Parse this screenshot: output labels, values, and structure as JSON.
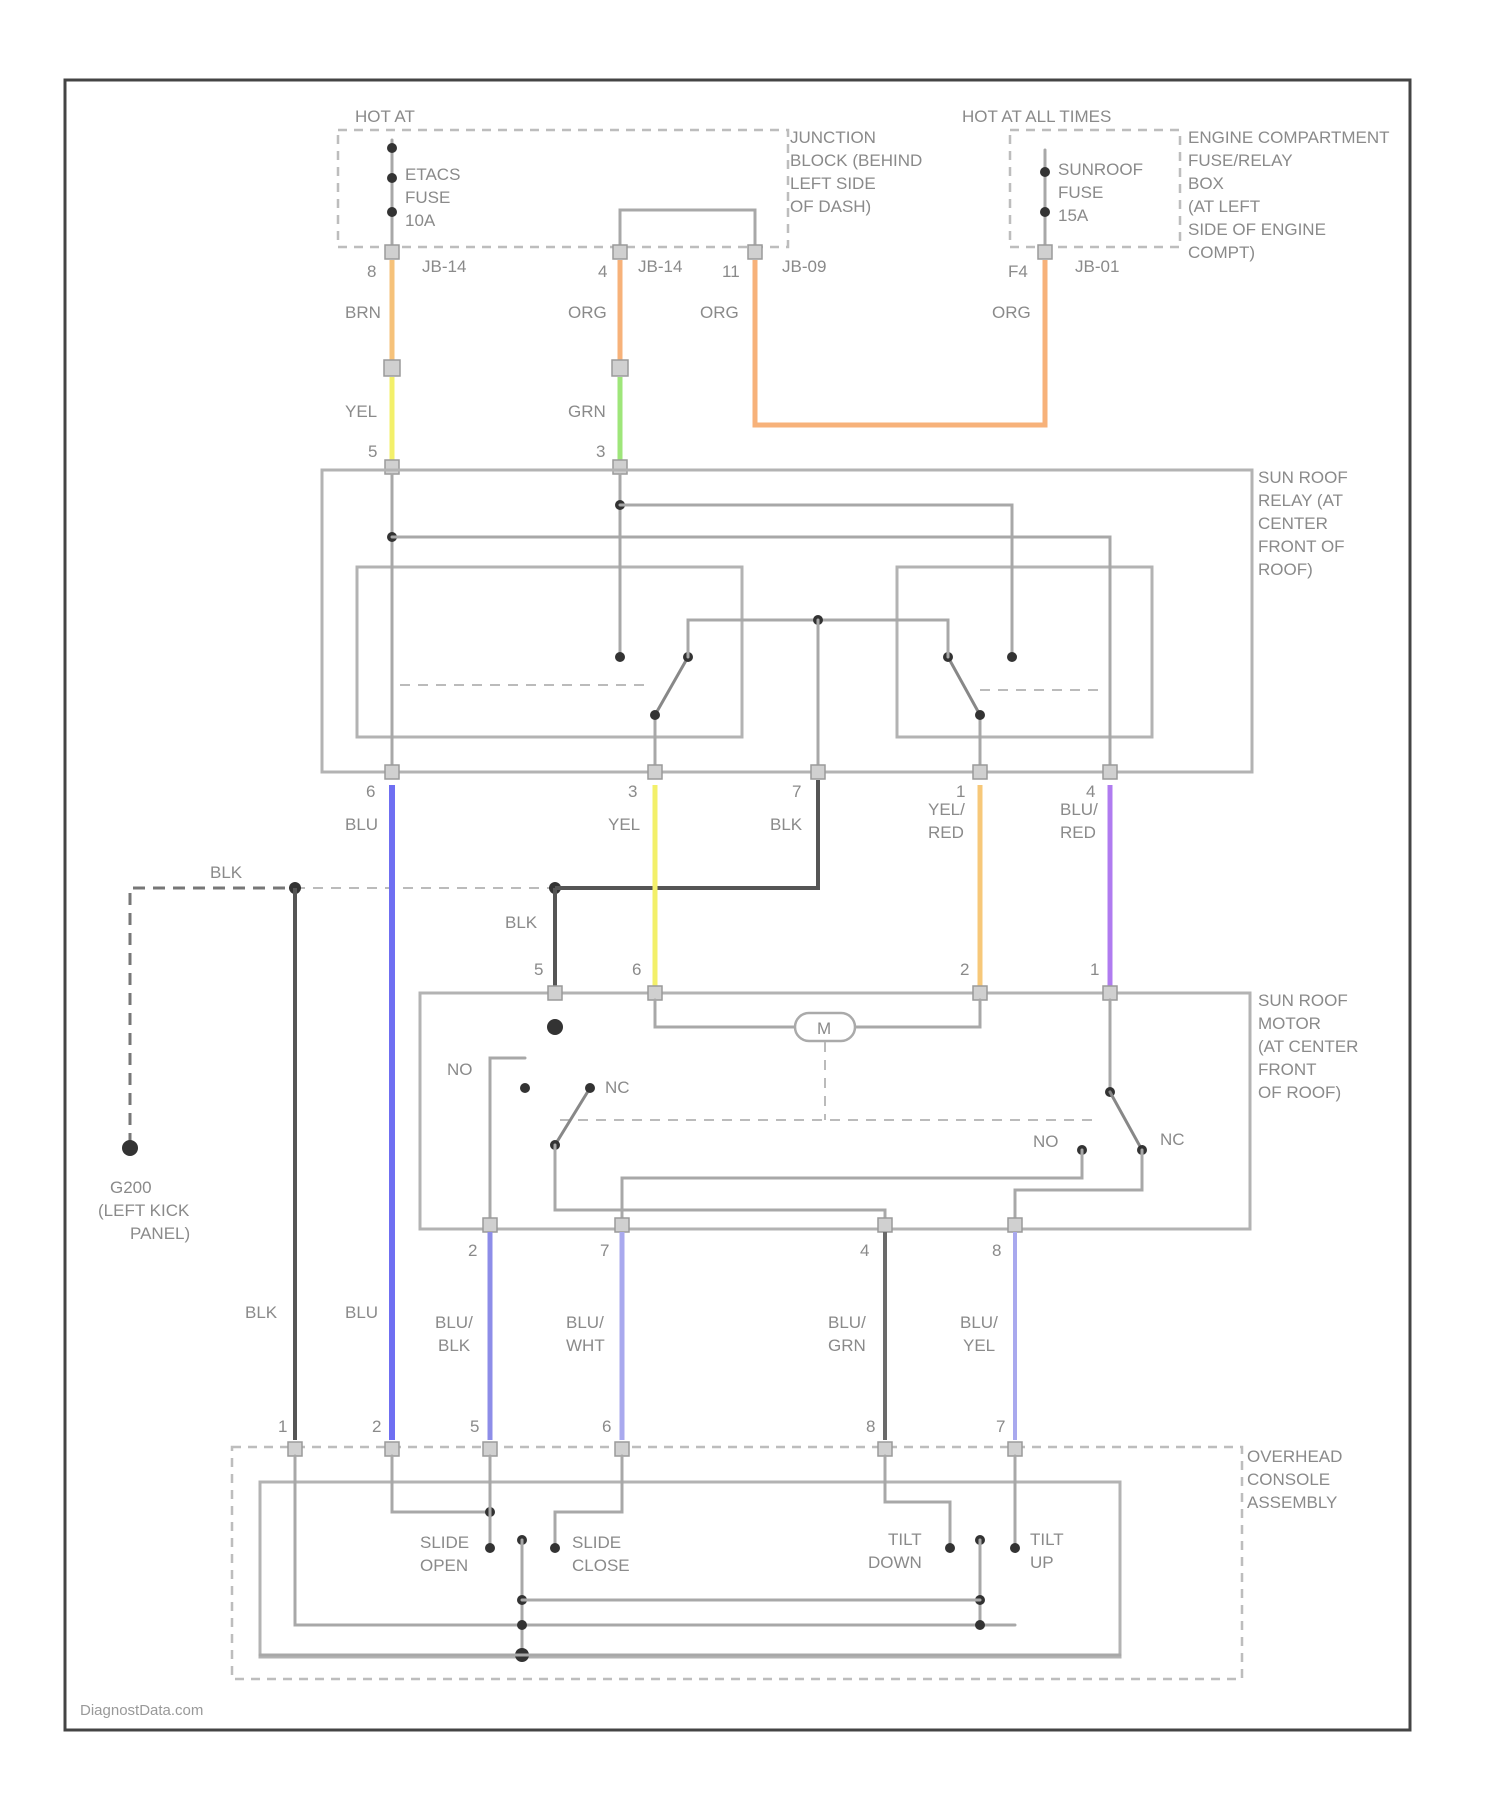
{
  "colors": {
    "frame": "#444444",
    "brn": "#f6c27a",
    "org": "#f7b27a",
    "yel": "#f3f06a",
    "grn": "#9ee67a",
    "blu": "#6f6ff2",
    "blu_light": "#a9a9ee",
    "blk": "#555555",
    "yel_red": "#f7c879",
    "blu_red": "#b07cf0",
    "gray": "#aaaaaa"
  },
  "labels": {
    "hot_at": "HOT AT",
    "hot_at_all_times": "HOT AT ALL TIMES",
    "etacs_fuse": [
      "ETACS",
      "FUSE",
      "10A"
    ],
    "sunroof_fuse": [
      "SUNROOF",
      "FUSE",
      "15A"
    ],
    "junction_block": [
      "JUNCTION",
      "BLOCK (BEHIND",
      "LEFT SIDE",
      "OF DASH)"
    ],
    "engine_fuse_box": [
      "ENGINE COMPARTMENT",
      "FUSE/RELAY",
      "BOX",
      "(AT LEFT",
      "SIDE OF ENGINE",
      "COMPT)"
    ],
    "sunroof_relay": [
      "SUN ROOF",
      "RELAY (AT",
      "CENTER",
      "FRONT OF",
      "ROOF)"
    ],
    "sunroof_motor": [
      "SUN ROOF",
      "MOTOR",
      "(AT CENTER",
      "FRONT",
      "OF ROOF)"
    ],
    "overhead_console": [
      "OVERHEAD",
      "CONSOLE",
      "ASSEMBLY"
    ],
    "ground": [
      "G200",
      "(LEFT KICK",
      "PANEL)"
    ],
    "motor": "M",
    "no": "NO",
    "nc": "NC",
    "slide_open": [
      "SLIDE",
      "OPEN"
    ],
    "slide_close": [
      "SLIDE",
      "CLOSE"
    ],
    "tilt_down": [
      "TILT",
      "DOWN"
    ],
    "tilt_up": [
      "TILT",
      "UP"
    ],
    "watermark": "DiagnostData.com"
  },
  "connectors": {
    "jb14_a": "JB-14",
    "jb14_b": "JB-14",
    "jb09": "JB-09",
    "jb01": "JB-01"
  },
  "pins": {
    "etacs": "8",
    "jb14_b": "4",
    "jb09": "11",
    "jb01": "F4",
    "relay_in_yel": "5",
    "relay_in_grn": "3",
    "relay_out": [
      "6",
      "3",
      "7",
      "1",
      "4"
    ],
    "motor_in": [
      "5",
      "6",
      "2",
      "1"
    ],
    "motor_out": [
      "2",
      "7",
      "4",
      "8"
    ],
    "console": [
      "1",
      "2",
      "5",
      "6",
      "8",
      "7"
    ]
  },
  "wires": {
    "brn": "BRN",
    "org": "ORG",
    "yel": "YEL",
    "grn": "GRN",
    "blu": "BLU",
    "blk": "BLK",
    "yel_red": [
      "YEL/",
      "RED"
    ],
    "blu_red": [
      "BLU/",
      "RED"
    ],
    "blu_blk": [
      "BLU/",
      "BLK"
    ],
    "blu_wht": [
      "BLU/",
      "WHT"
    ],
    "blu_grn": [
      "BLU/",
      "GRN"
    ],
    "blu_yel": [
      "BLU/",
      "YEL"
    ]
  }
}
